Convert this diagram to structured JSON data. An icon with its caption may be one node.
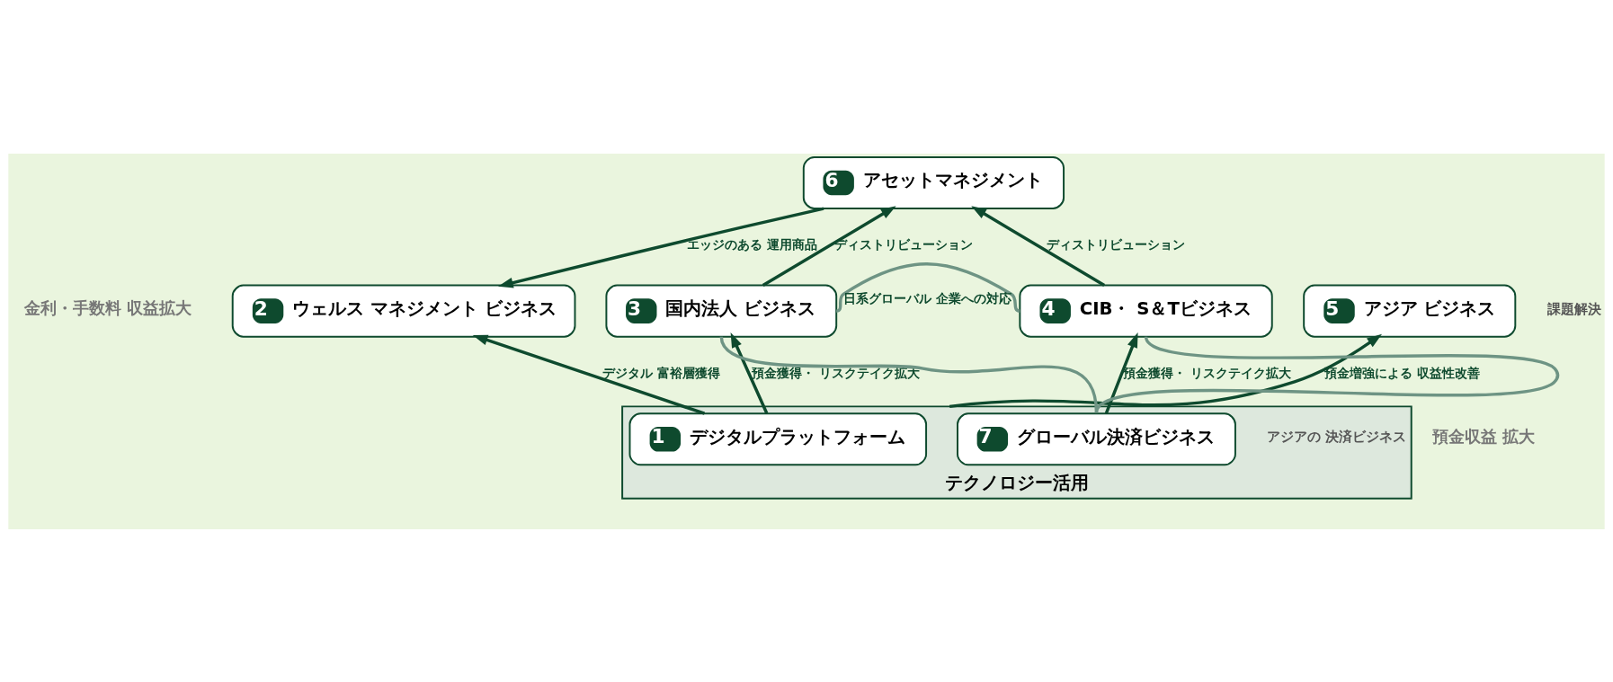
{
  "diagram": {
    "nodes": [
      {
        "text": [
          "6",
          "アセットマネジメント"
        ]
      },
      {
        "text": [
          "2",
          "ウェルス マネジメント ビジネス"
        ]
      },
      {
        "text": [
          "3",
          "国内法人 ビジネス"
        ]
      },
      {
        "text": [
          "4",
          "CIB・ S＆Tビジネス"
        ]
      },
      {
        "text": [
          "5",
          "アジア ビジネス"
        ],
        "beside": [
          "課題解決"
        ]
      },
      {
        "text": [
          "テクノロジー活用"
        ]
      },
      {
        "text": [
          "1",
          "デジタルプラットフォーム"
        ],
        "in": 5
      },
      {
        "text": [
          "7",
          "グローバル決済ビジネス"
        ],
        "in": 5,
        "beside": [
          "アジアの 決済ビジネス"
        ]
      }
    ],
    "edges": [
      {
        "from": 0,
        "to": 1,
        "arrow": "to",
        "label": "エッジのある 運用商品"
      },
      {
        "from": 2,
        "to": 0,
        "arrow": "to",
        "label": "ディストリビューション"
      },
      {
        "from": 3,
        "to": 0,
        "arrow": "to",
        "label": "ディストリビューション"
      },
      {
        "from": 6,
        "to": 1,
        "arrow": "to",
        "label": "デジタル 富裕層獲得"
      },
      {
        "from": 6,
        "to": 2,
        "arrow": "to",
        "label": "預金獲得・ リスクテイク拡大"
      },
      {
        "from": 7,
        "to": 3,
        "arrow": "to",
        "label": "預金獲得・ リスクテイク拡大"
      },
      {
        "from": 5,
        "to": 4,
        "arrow": "to",
        "label": "預金増強による 収益性改善"
      },
      {
        "from": 2,
        "to": 3,
        "arrow": "none",
        "label": "日系グローバル 企業への対応",
        "color": "#6e9484"
      },
      {
        "from": 2,
        "to": 7,
        "arrow": "none",
        "color": "#6e9484"
      },
      {
        "from": 3,
        "to": 7,
        "arrow": "none",
        "color": "#6e9484"
      }
    ],
    "labels": [
      "金利・手数料 収益拡大",
      "預金収益 拡大"
    ]
  }
}
